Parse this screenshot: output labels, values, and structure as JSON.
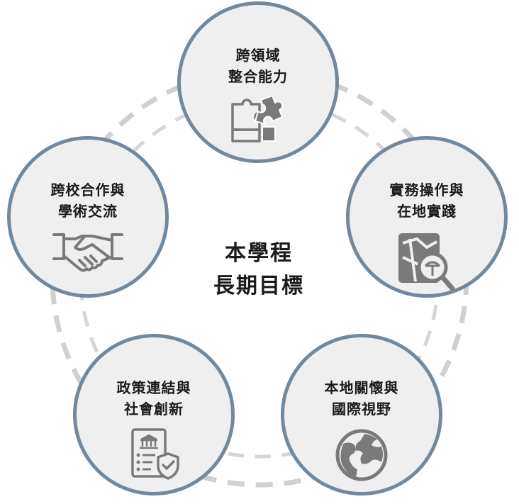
{
  "center": {
    "line1": "本學程",
    "line2": "長期目標"
  },
  "nodes": [
    {
      "line1": "跨領域",
      "line2": "整合能力",
      "icon": "puzzle-icon"
    },
    {
      "line1": "實務操作與",
      "line2": "在地實踐",
      "icon": "map-search-icon"
    },
    {
      "line1": "本地關懷與",
      "line2": "國際視野",
      "icon": "globe-icon"
    },
    {
      "line1": "政策連結與",
      "line2": "社會創新",
      "icon": "policy-document-icon"
    },
    {
      "line1": "跨校合作與",
      "line2": "學術交流",
      "icon": "handshake-icon"
    }
  ],
  "colors": {
    "ring": "#71889d",
    "fill": "#efefef",
    "dash": "#cfcfcf",
    "icon": "#7a7a7a",
    "text": "#1a1a1a"
  }
}
